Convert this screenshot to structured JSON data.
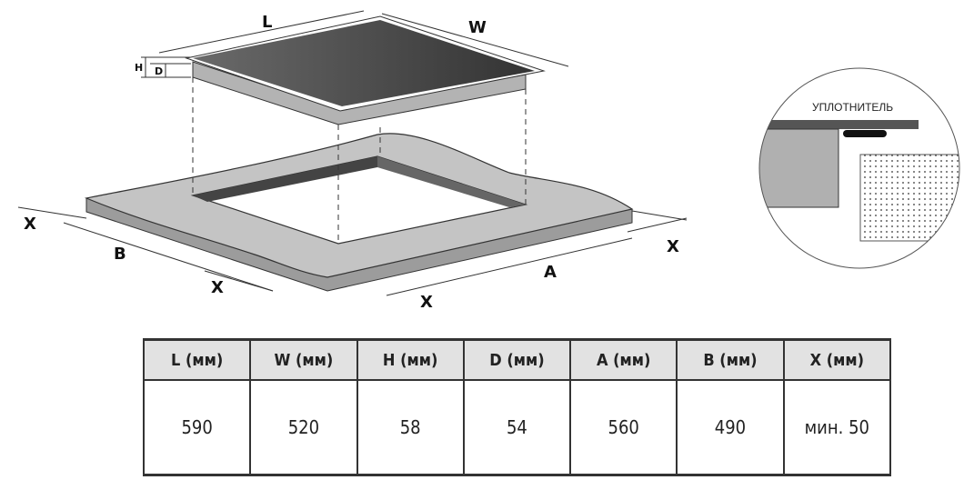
{
  "diagram": {
    "labels": {
      "L": "L",
      "W": "W",
      "H": "H",
      "D": "D",
      "A": "A",
      "B": "B",
      "X": "X"
    },
    "detail_label": "УПЛОТНИТЕЛЬ",
    "colors": {
      "glass": "#3a3a3a",
      "body": "#b3b3b3",
      "countertop": "#bdbdbd",
      "seal": "#111111"
    }
  },
  "table": {
    "headers": [
      "L (мм)",
      "W (мм)",
      "H (мм)",
      "D (мм)",
      "A (мм)",
      "B (мм)",
      "X (мм)"
    ],
    "values": [
      "590",
      "520",
      "58",
      "54",
      "560",
      "490",
      "мин. 50"
    ]
  }
}
